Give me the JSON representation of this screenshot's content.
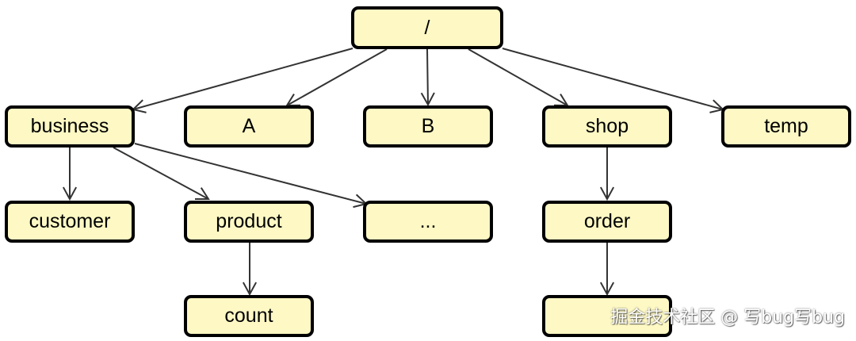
{
  "nodes": {
    "root": "/",
    "business": "business",
    "a": "A",
    "b": "B",
    "shop": "shop",
    "temp": "temp",
    "customer": "customer",
    "product": "product",
    "more": "...",
    "order": "order",
    "count": "count",
    "blank": ""
  },
  "edges": [
    [
      "root",
      "business"
    ],
    [
      "root",
      "a"
    ],
    [
      "root",
      "b"
    ],
    [
      "root",
      "shop"
    ],
    [
      "root",
      "temp"
    ],
    [
      "business",
      "customer"
    ],
    [
      "business",
      "product"
    ],
    [
      "business",
      "more"
    ],
    [
      "product",
      "count"
    ],
    [
      "shop",
      "order"
    ],
    [
      "order",
      "blank"
    ]
  ],
  "watermark": "掘金技术社区 @ 写bug写bug",
  "colors": {
    "node_fill": "#fdf8c4",
    "node_border": "#000000",
    "arrow": "#333333"
  }
}
